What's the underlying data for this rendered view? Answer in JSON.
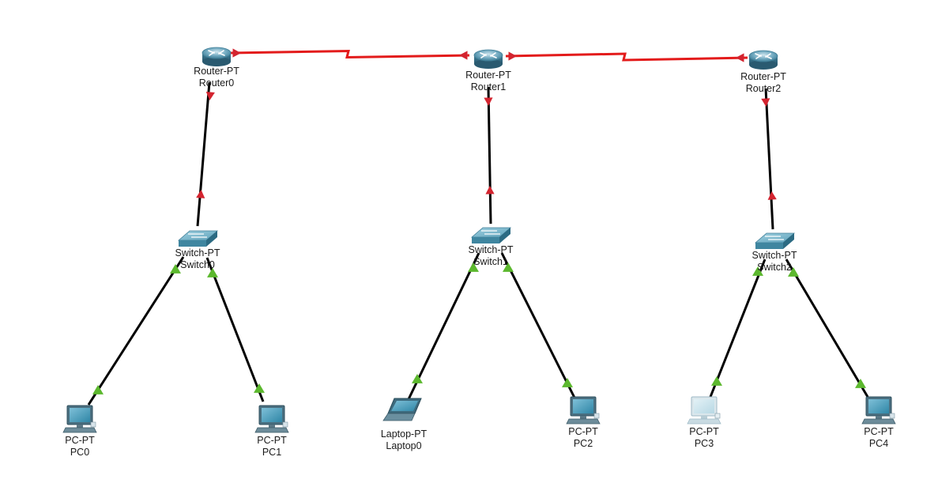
{
  "colors": {
    "background": "#ffffff",
    "copper_link": "#000000",
    "serial_link": "#e31b1b",
    "status_down": "#d3242f",
    "status_up": "#5cb82e",
    "device_blue": "#3e8eaa"
  },
  "devices": {
    "router0": {
      "type": "Router-PT",
      "name": "Router0",
      "icon": "router-icon"
    },
    "router1": {
      "type": "Router-PT",
      "name": "Router1",
      "icon": "router-icon"
    },
    "router2": {
      "type": "Router-PT",
      "name": "Router2",
      "icon": "router-icon"
    },
    "switch0": {
      "type": "Switch-PT",
      "name": "Switch0",
      "icon": "switch-icon"
    },
    "switch1": {
      "type": "Switch-PT",
      "name": "Switch1",
      "icon": "switch-icon"
    },
    "switch2": {
      "type": "Switch-PT",
      "name": "Switch2",
      "icon": "switch-icon"
    },
    "pc0": {
      "type": "PC-PT",
      "name": "PC0",
      "icon": "pc-icon"
    },
    "pc1": {
      "type": "PC-PT",
      "name": "PC1",
      "icon": "pc-icon"
    },
    "laptop0": {
      "type": "Laptop-PT",
      "name": "Laptop0",
      "icon": "laptop-icon"
    },
    "pc2": {
      "type": "PC-PT",
      "name": "PC2",
      "icon": "pc-icon"
    },
    "pc3": {
      "type": "PC-PT",
      "name": "PC3",
      "icon": "pc-icon"
    },
    "pc4": {
      "type": "PC-PT",
      "name": "PC4",
      "icon": "pc-icon"
    }
  },
  "links": [
    {
      "from": "router0",
      "to": "router1",
      "kind": "serial",
      "status_from": "down",
      "status_to": "down"
    },
    {
      "from": "router1",
      "to": "router2",
      "kind": "serial",
      "status_from": "down",
      "status_to": "down"
    },
    {
      "from": "router0",
      "to": "switch0",
      "kind": "copper",
      "status_from": "down",
      "status_to": "down"
    },
    {
      "from": "router1",
      "to": "switch1",
      "kind": "copper",
      "status_from": "down",
      "status_to": "down"
    },
    {
      "from": "router2",
      "to": "switch2",
      "kind": "copper",
      "status_from": "down",
      "status_to": "down"
    },
    {
      "from": "switch0",
      "to": "pc0",
      "kind": "copper",
      "status_from": "up",
      "status_to": "up"
    },
    {
      "from": "switch0",
      "to": "pc1",
      "kind": "copper",
      "status_from": "up",
      "status_to": "up"
    },
    {
      "from": "switch1",
      "to": "laptop0",
      "kind": "copper",
      "status_from": "up",
      "status_to": "up"
    },
    {
      "from": "switch1",
      "to": "pc2",
      "kind": "copper",
      "status_from": "up",
      "status_to": "up"
    },
    {
      "from": "switch2",
      "to": "pc3",
      "kind": "copper",
      "status_from": "up",
      "status_to": "up"
    },
    {
      "from": "switch2",
      "to": "pc4",
      "kind": "copper",
      "status_from": "up",
      "status_to": "up"
    }
  ]
}
